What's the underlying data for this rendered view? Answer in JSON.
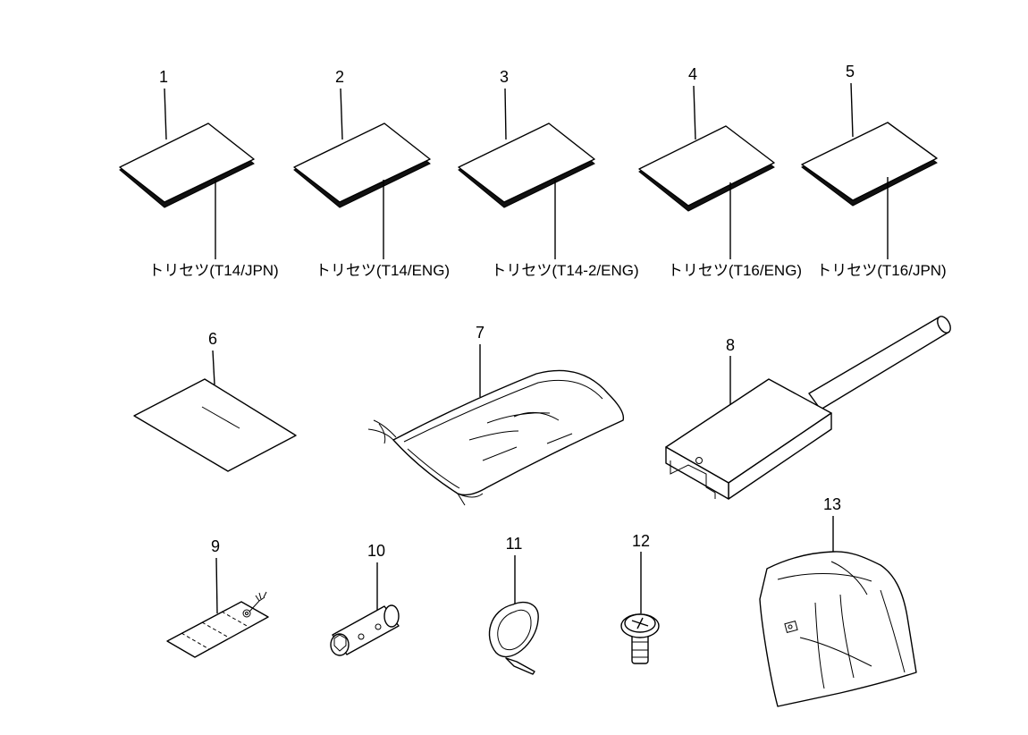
{
  "parts": [
    {
      "number": "1",
      "caption": "トリセツ(T14/JPN)",
      "icon": "manual-book-icon"
    },
    {
      "number": "2",
      "caption": "トリセツ(T14/ENG)",
      "icon": "manual-book-icon"
    },
    {
      "number": "3",
      "caption": "トリセツ(T14-2/ENG)",
      "icon": "manual-book-icon"
    },
    {
      "number": "4",
      "caption": "トリセツ(T16/ENG)",
      "icon": "manual-book-icon"
    },
    {
      "number": "5",
      "caption": "トリセツ(T16/JPN)",
      "icon": "manual-book-icon"
    },
    {
      "number": "6",
      "icon": "sheet-icon"
    },
    {
      "number": "7",
      "icon": "drawstring-bag-icon"
    },
    {
      "number": "8",
      "icon": "channel-tool-icon"
    },
    {
      "number": "9",
      "icon": "tag-label-icon"
    },
    {
      "number": "10",
      "icon": "socket-wrench-icon"
    },
    {
      "number": "11",
      "icon": "cable-tie-icon"
    },
    {
      "number": "12",
      "icon": "screw-icon"
    },
    {
      "number": "13",
      "icon": "plastic-cover-icon"
    }
  ]
}
